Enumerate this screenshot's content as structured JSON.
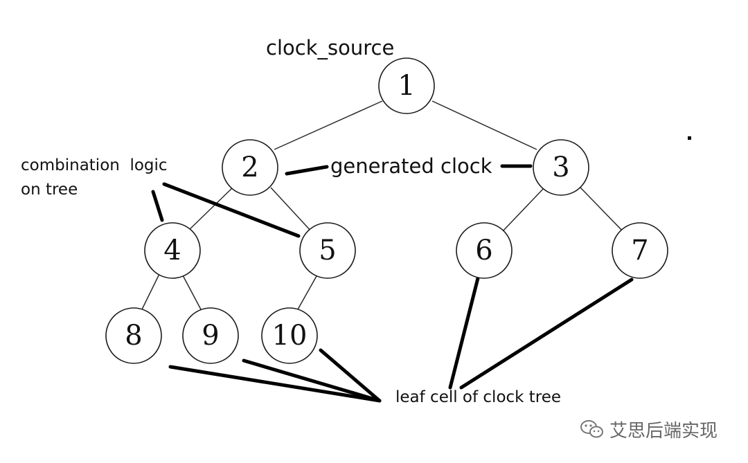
{
  "diagram": {
    "nodes": [
      {
        "id": "n1",
        "label": "1"
      },
      {
        "id": "n2",
        "label": "2"
      },
      {
        "id": "n3",
        "label": "3"
      },
      {
        "id": "n4",
        "label": "4"
      },
      {
        "id": "n5",
        "label": "5"
      },
      {
        "id": "n6",
        "label": "6"
      },
      {
        "id": "n7",
        "label": "7"
      },
      {
        "id": "n8",
        "label": "8"
      },
      {
        "id": "n9",
        "label": "9"
      },
      {
        "id": "n10",
        "label": "10"
      }
    ],
    "edges": [
      [
        "n1",
        "n2"
      ],
      [
        "n1",
        "n3"
      ],
      [
        "n2",
        "n4"
      ],
      [
        "n2",
        "n5"
      ],
      [
        "n3",
        "n6"
      ],
      [
        "n3",
        "n7"
      ],
      [
        "n4",
        "n8"
      ],
      [
        "n4",
        "n9"
      ],
      [
        "n5",
        "n10"
      ]
    ]
  },
  "annotations": {
    "clock_source": "clock_source",
    "generated_clock": "generated clock",
    "combination_logic_line1": "combination  logic",
    "combination_logic_line2": "on tree",
    "leaf_cell": "leaf cell of clock tree"
  },
  "watermark": {
    "text": "艾思后端实现",
    "icon": "wechat-icon"
  },
  "colors": {
    "line": "#000000",
    "watermark": "#666666"
  }
}
